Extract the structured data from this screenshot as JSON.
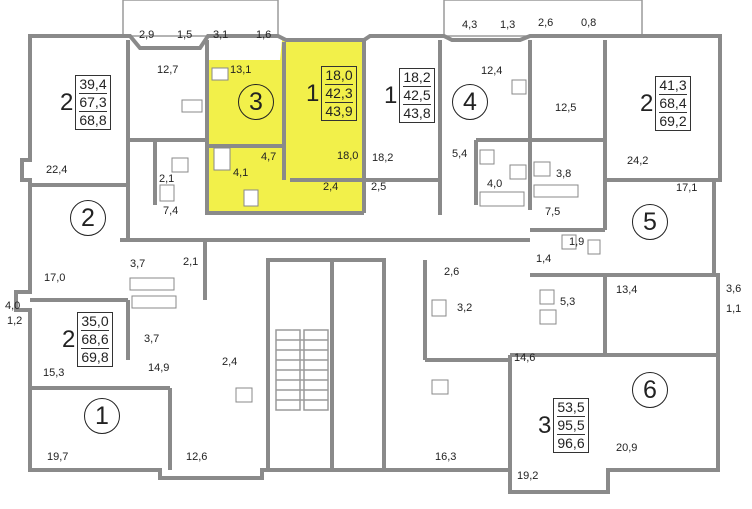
{
  "colors": {
    "highlight": "#f2f04a",
    "wall": "#8a8a8a",
    "background": "#ffffff"
  },
  "apartments": [
    {
      "number": "1",
      "rooms": "",
      "areas": []
    },
    {
      "number": "2",
      "rooms": "2",
      "areas": [
        "35,0",
        "68,6",
        "69,8"
      ]
    },
    {
      "number": "2",
      "rooms": "2",
      "areas": [
        "39,4",
        "67,3",
        "68,8"
      ]
    },
    {
      "number": "3",
      "rooms": "1",
      "areas": [
        "18,0",
        "42,3",
        "43,9"
      ],
      "highlighted": true
    },
    {
      "number": "",
      "rooms": "1",
      "areas": [
        "18,2",
        "42,5",
        "43,8"
      ]
    },
    {
      "number": "4",
      "rooms": "",
      "areas": []
    },
    {
      "number": "",
      "rooms": "2",
      "areas": [
        "41,3",
        "68,4",
        "69,2"
      ]
    },
    {
      "number": "5",
      "rooms": "",
      "areas": []
    },
    {
      "number": "6",
      "rooms": "",
      "areas": []
    },
    {
      "number": "",
      "rooms": "3",
      "areas": [
        "53,5",
        "95,5",
        "96,6"
      ]
    }
  ],
  "room_labels": [
    "2,9",
    "1,5",
    "3,1",
    "1,6",
    "4,3",
    "1,3",
    "2,6",
    "0,8",
    "12,7",
    "13,1",
    "12,4",
    "12,5",
    "22,4",
    "4,7",
    "18,0",
    "18,2",
    "5,4",
    "24,2",
    "2,1",
    "4,1",
    "4,0",
    "3,8",
    "2,4",
    "2,5",
    "17,1",
    "7,4",
    "7,5",
    "1,9",
    "1,4",
    "3,7",
    "2,1",
    "17,0",
    "2,6",
    "3,2",
    "4,0",
    "1,2",
    "3,6",
    "1,1",
    "13,4",
    "5,3",
    "3,7",
    "15,3",
    "14,9",
    "2,4",
    "14,6",
    "19,7",
    "12,6",
    "16,3",
    "20,9",
    "19,2"
  ]
}
